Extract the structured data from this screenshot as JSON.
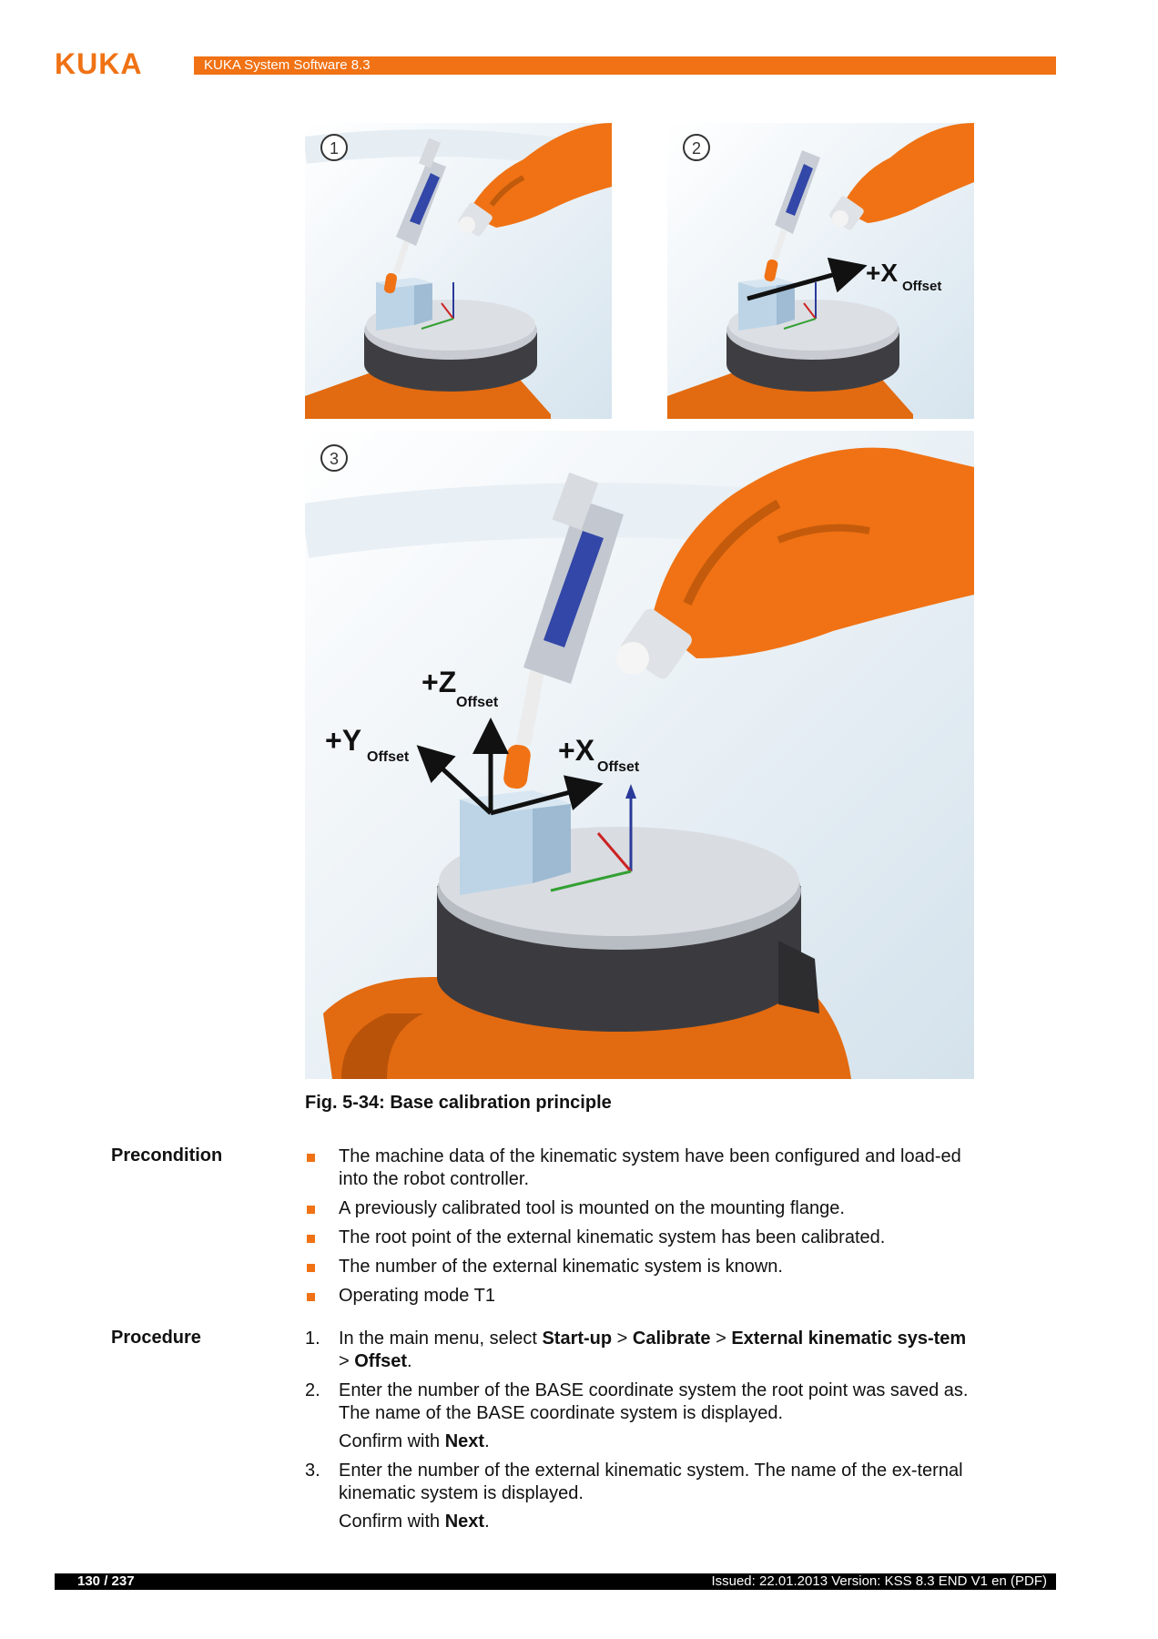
{
  "header": {
    "logo": "KUKA",
    "title": "KUKA System Software 8.3"
  },
  "figure": {
    "panel_1_number": "1",
    "panel_2_number": "2",
    "panel_3_number": "3",
    "label_x_offset_main": "+X",
    "label_y_offset_main": "+Y",
    "label_z_offset_main": "+Z",
    "offset_subscript": "Offset",
    "caption": "Fig. 5-34: Base calibration principle"
  },
  "precondition": {
    "label": "Precondition",
    "items": [
      "The machine data of the kinematic system have been configured and load-ed into the robot controller.",
      "A previously calibrated tool is mounted on the mounting flange.",
      "The root point of the external kinematic system has been calibrated.",
      "The number of the external kinematic system is known.",
      "Operating mode T1"
    ]
  },
  "procedure": {
    "label": "Procedure",
    "step1": {
      "num": "1.",
      "t1": "In the main menu, select ",
      "b1": "Start-up",
      "t2": " > ",
      "b2": "Calibrate",
      "t3": " > ",
      "b3": "External kinematic sys-tem",
      "t4": " > ",
      "b4": "Offset",
      "t5": "."
    },
    "step2": {
      "num": "2.",
      "text": "Enter the number of the BASE coordinate system the root point was saved as. The name of the BASE coordinate system is displayed.",
      "confirm_prefix": "Confirm with ",
      "confirm_bold": "Next",
      "confirm_suffix": "."
    },
    "step3": {
      "num": "3.",
      "text": "Enter the number of the external kinematic system. The name of the ex-ternal kinematic system is displayed.",
      "confirm_prefix": "Confirm with ",
      "confirm_bold": "Next",
      "confirm_suffix": "."
    }
  },
  "footer": {
    "page": "130 / 237",
    "issued": "Issued: 22.01.2013 Version: KSS 8.3 END V1 en (PDF)"
  },
  "colors": {
    "brand": "#f07214",
    "robot_orange": "#f07214",
    "footer_bar": "#000000"
  }
}
